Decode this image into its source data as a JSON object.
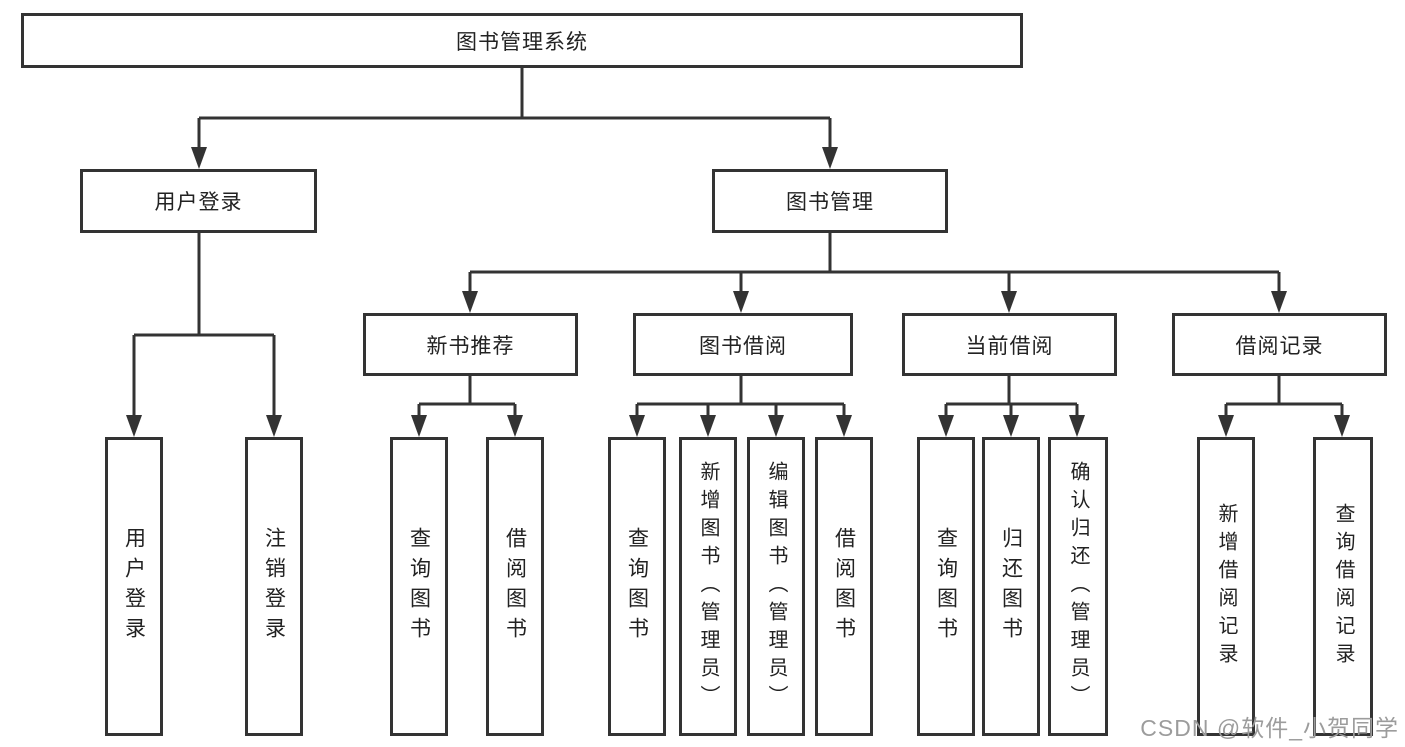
{
  "nodes": {
    "root": "图书管理系统",
    "user_login": "用户登录",
    "book_mgmt": "图书管理",
    "new_books": "新书推荐",
    "book_borrow": "图书借阅",
    "current_borrow": "当前借阅",
    "borrow_records": "借阅记录"
  },
  "leaves": {
    "user_login": [
      "用户登录",
      "注销登录"
    ],
    "new_books": [
      "查询图书",
      "借阅图书"
    ],
    "book_borrow": [
      "查询图书",
      "新增图书（管理员）",
      "编辑图书（管理员）",
      "借阅图书"
    ],
    "current_borrow": [
      "查询图书",
      "归还图书",
      "确认归还（管理员）"
    ],
    "borrow_records": [
      "新增借阅记录",
      "查询借阅记录"
    ]
  },
  "watermark": "CSDN @软件_小贺同学",
  "colors": {
    "line": "#333333",
    "text": "#222222",
    "watermark": "#9c9c9c",
    "background": "#ffffff"
  }
}
